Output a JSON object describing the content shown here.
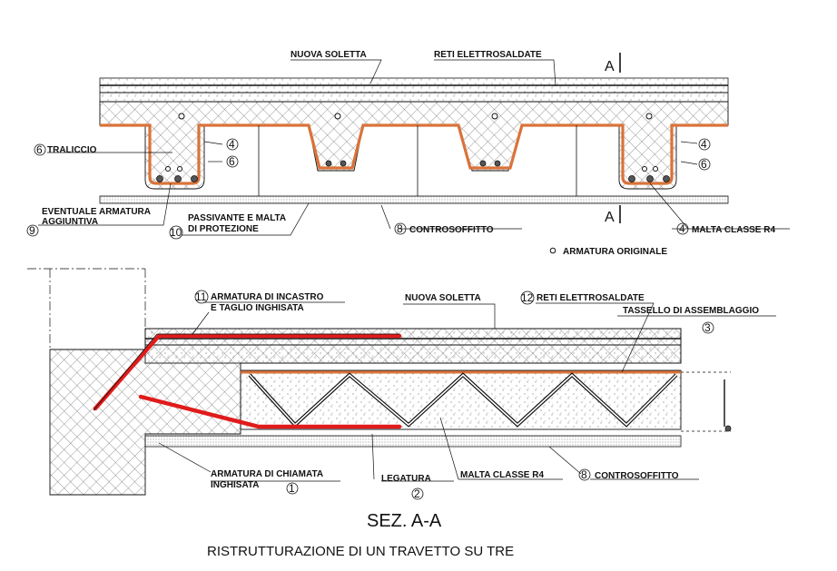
{
  "top_section": {
    "section_mark": "A",
    "labels": {
      "nuova_soletta": "NUOVA SOLETTA",
      "reti_elettrosaldate": "RETI ELETTROSALDATE",
      "traliccio": "TRALICCIO",
      "eventuale_line1": "EVENTUALE ARMATURA",
      "eventuale_line2": "AGGIUNTIVA",
      "passivante_line1": "PASSIVANTE E MALTA",
      "passivante_line2": "DI PROTEZIONE",
      "controsoffitto": "CONTROSOFFITTO",
      "malta_classe_r4": "MALTA CLASSE R4",
      "armatura_originale": "ARMATURA ORIGINALE"
    },
    "numbers": {
      "traliccio": "6",
      "eventuale": "9",
      "passivante": "10",
      "controsoffitto": "8",
      "malta": "4",
      "left_4": "4",
      "left_6": "6",
      "right_4": "4",
      "right_6": "6"
    }
  },
  "bottom_section": {
    "labels": {
      "armatura_incastro_line1": "ARMATURA DI INCASTRO",
      "armatura_incastro_line2": "E TAGLIO INGHISATA",
      "nuova_soletta": "NUOVA SOLETTA",
      "reti_elettrosaldate": "RETI ELETTROSALDATE",
      "tassello": "TASSELLO DI ASSEMBLAGGIO",
      "armatura_chiamata_line1": "ARMATURA DI CHIAMATA",
      "armatura_chiamata_line2": "INGHISATA",
      "legatura": "LEGATURA",
      "malta_classe_r4": "MALTA CLASSE R4",
      "controsoffitto": "CONTROSOFFITTO"
    },
    "numbers": {
      "armatura_incastro": "11",
      "reti": "12",
      "tassello": "3",
      "armatura_chiamata": "1",
      "legatura": "2",
      "controsoffitto": "8"
    }
  },
  "titles": {
    "section": "SEZ. A-A",
    "main": "RISTRUTTURAZIONE DI UN TRAVETTO SU TRE"
  },
  "colors": {
    "rebar_red": "#e01b1b",
    "mortar_orange": "#d9733a",
    "line": "#111111"
  }
}
